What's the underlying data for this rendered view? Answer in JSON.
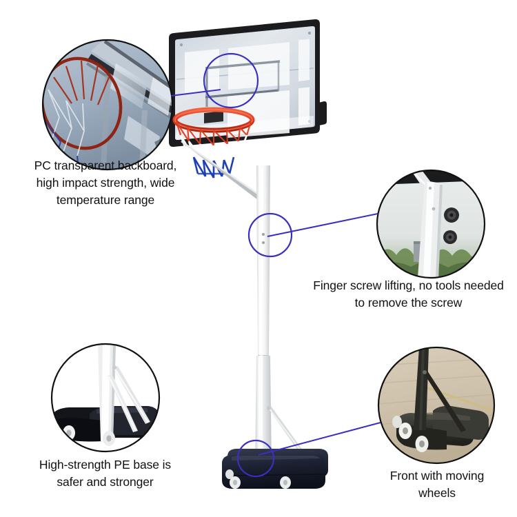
{
  "product": {
    "name": "portable-basketball-hoop",
    "colors": {
      "backboard_frame": "#1c1c1e",
      "backboard_panel": "#c9ced6",
      "rim": "#e03b20",
      "net_top": "#e03b20",
      "net_mid": "#ffffff",
      "net_bottom": "#1f3fb5",
      "pole": "#f2f2f2",
      "base": "#1b2030",
      "wheel": "#f0f0f0",
      "callout_stroke": "#3a2fc0",
      "leader_line": "#3a2fc0",
      "inset_border": "#111111",
      "caption_text": "#111111",
      "background": "#ffffff"
    }
  },
  "callouts": [
    {
      "id": "backboard",
      "caption": "PC transparent backboard,\nhigh impact strength, wide\ntemperature range",
      "inset_name": "inset-photo-backboard",
      "target_name": "callout-target-backboard",
      "leader_name": "leader-line-backboard",
      "scene": "rim and transparent backboard edge seen from below against blue-grey sky"
    },
    {
      "id": "screw",
      "caption": "Finger screw lifting, no tools needed\nto remove the screw",
      "inset_name": "inset-photo-finger-screw",
      "target_name": "callout-target-finger-screw",
      "leader_name": "leader-line-finger-screw",
      "scene": "white pole with two black finger screws, pale sky and green treeline"
    },
    {
      "id": "base",
      "caption": "High-strength PE base is\nsafer and stronger",
      "inset_name": "inset-photo-pe-base",
      "target_name": "callout-target-pe-base",
      "leader_name": "leader-line-pe-base",
      "scene": "black PE base with white pole, struts and wheels on white background"
    },
    {
      "id": "wheels",
      "caption": "Front with moving\nwheels",
      "inset_name": "inset-photo-moving-wheels",
      "target_name": "callout-target-moving-wheels",
      "leader_name": "leader-line-moving-wheels",
      "scene": "dark base with white moving wheels on sandy concrete ground"
    }
  ]
}
